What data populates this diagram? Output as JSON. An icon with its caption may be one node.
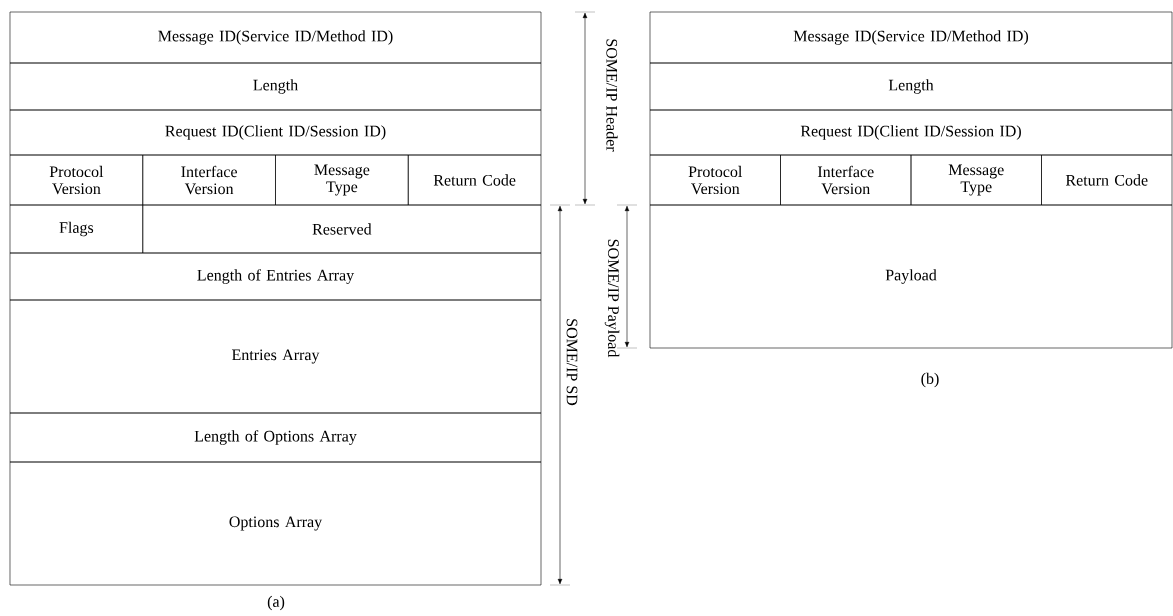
{
  "diagram": {
    "nodes": [
      {
        "text": [
          "Message ID(Service ID/Method ID)"
        ]
      },
      {
        "text": [
          "Length"
        ]
      },
      {
        "text": [
          "Request ID(Client ID/Session ID)"
        ]
      },
      {
        "text": [
          "Protocol Version"
        ]
      },
      {
        "text": [
          "Interface Version"
        ]
      },
      {
        "text": [
          "Message Type"
        ]
      },
      {
        "text": [
          "Return Code"
        ]
      },
      {
        "text": [
          "Flags"
        ]
      },
      {
        "text": [
          "Reserved"
        ]
      },
      {
        "text": [
          "Length of Entries Array"
        ]
      },
      {
        "text": [
          "Entries Array"
        ]
      },
      {
        "text": [
          "Length of Options Array"
        ]
      },
      {
        "text": [
          "Options Array"
        ]
      },
      {
        "text": [
          "Message ID(Service ID/Method ID)"
        ]
      },
      {
        "text": [
          "Length"
        ]
      },
      {
        "text": [
          "Request ID(Client ID/Session ID)"
        ]
      },
      {
        "text": [
          "Protocol Version"
        ]
      },
      {
        "text": [
          "Interface Version"
        ]
      },
      {
        "text": [
          "Message Type"
        ]
      },
      {
        "text": [
          "Return Code"
        ]
      },
      {
        "text": [
          "Payload"
        ]
      }
    ],
    "labels": [
      "SOME/IP Header",
      "SOME/IP SD",
      "SOME/IP Payload",
      "(a)",
      "(b)"
    ]
  }
}
